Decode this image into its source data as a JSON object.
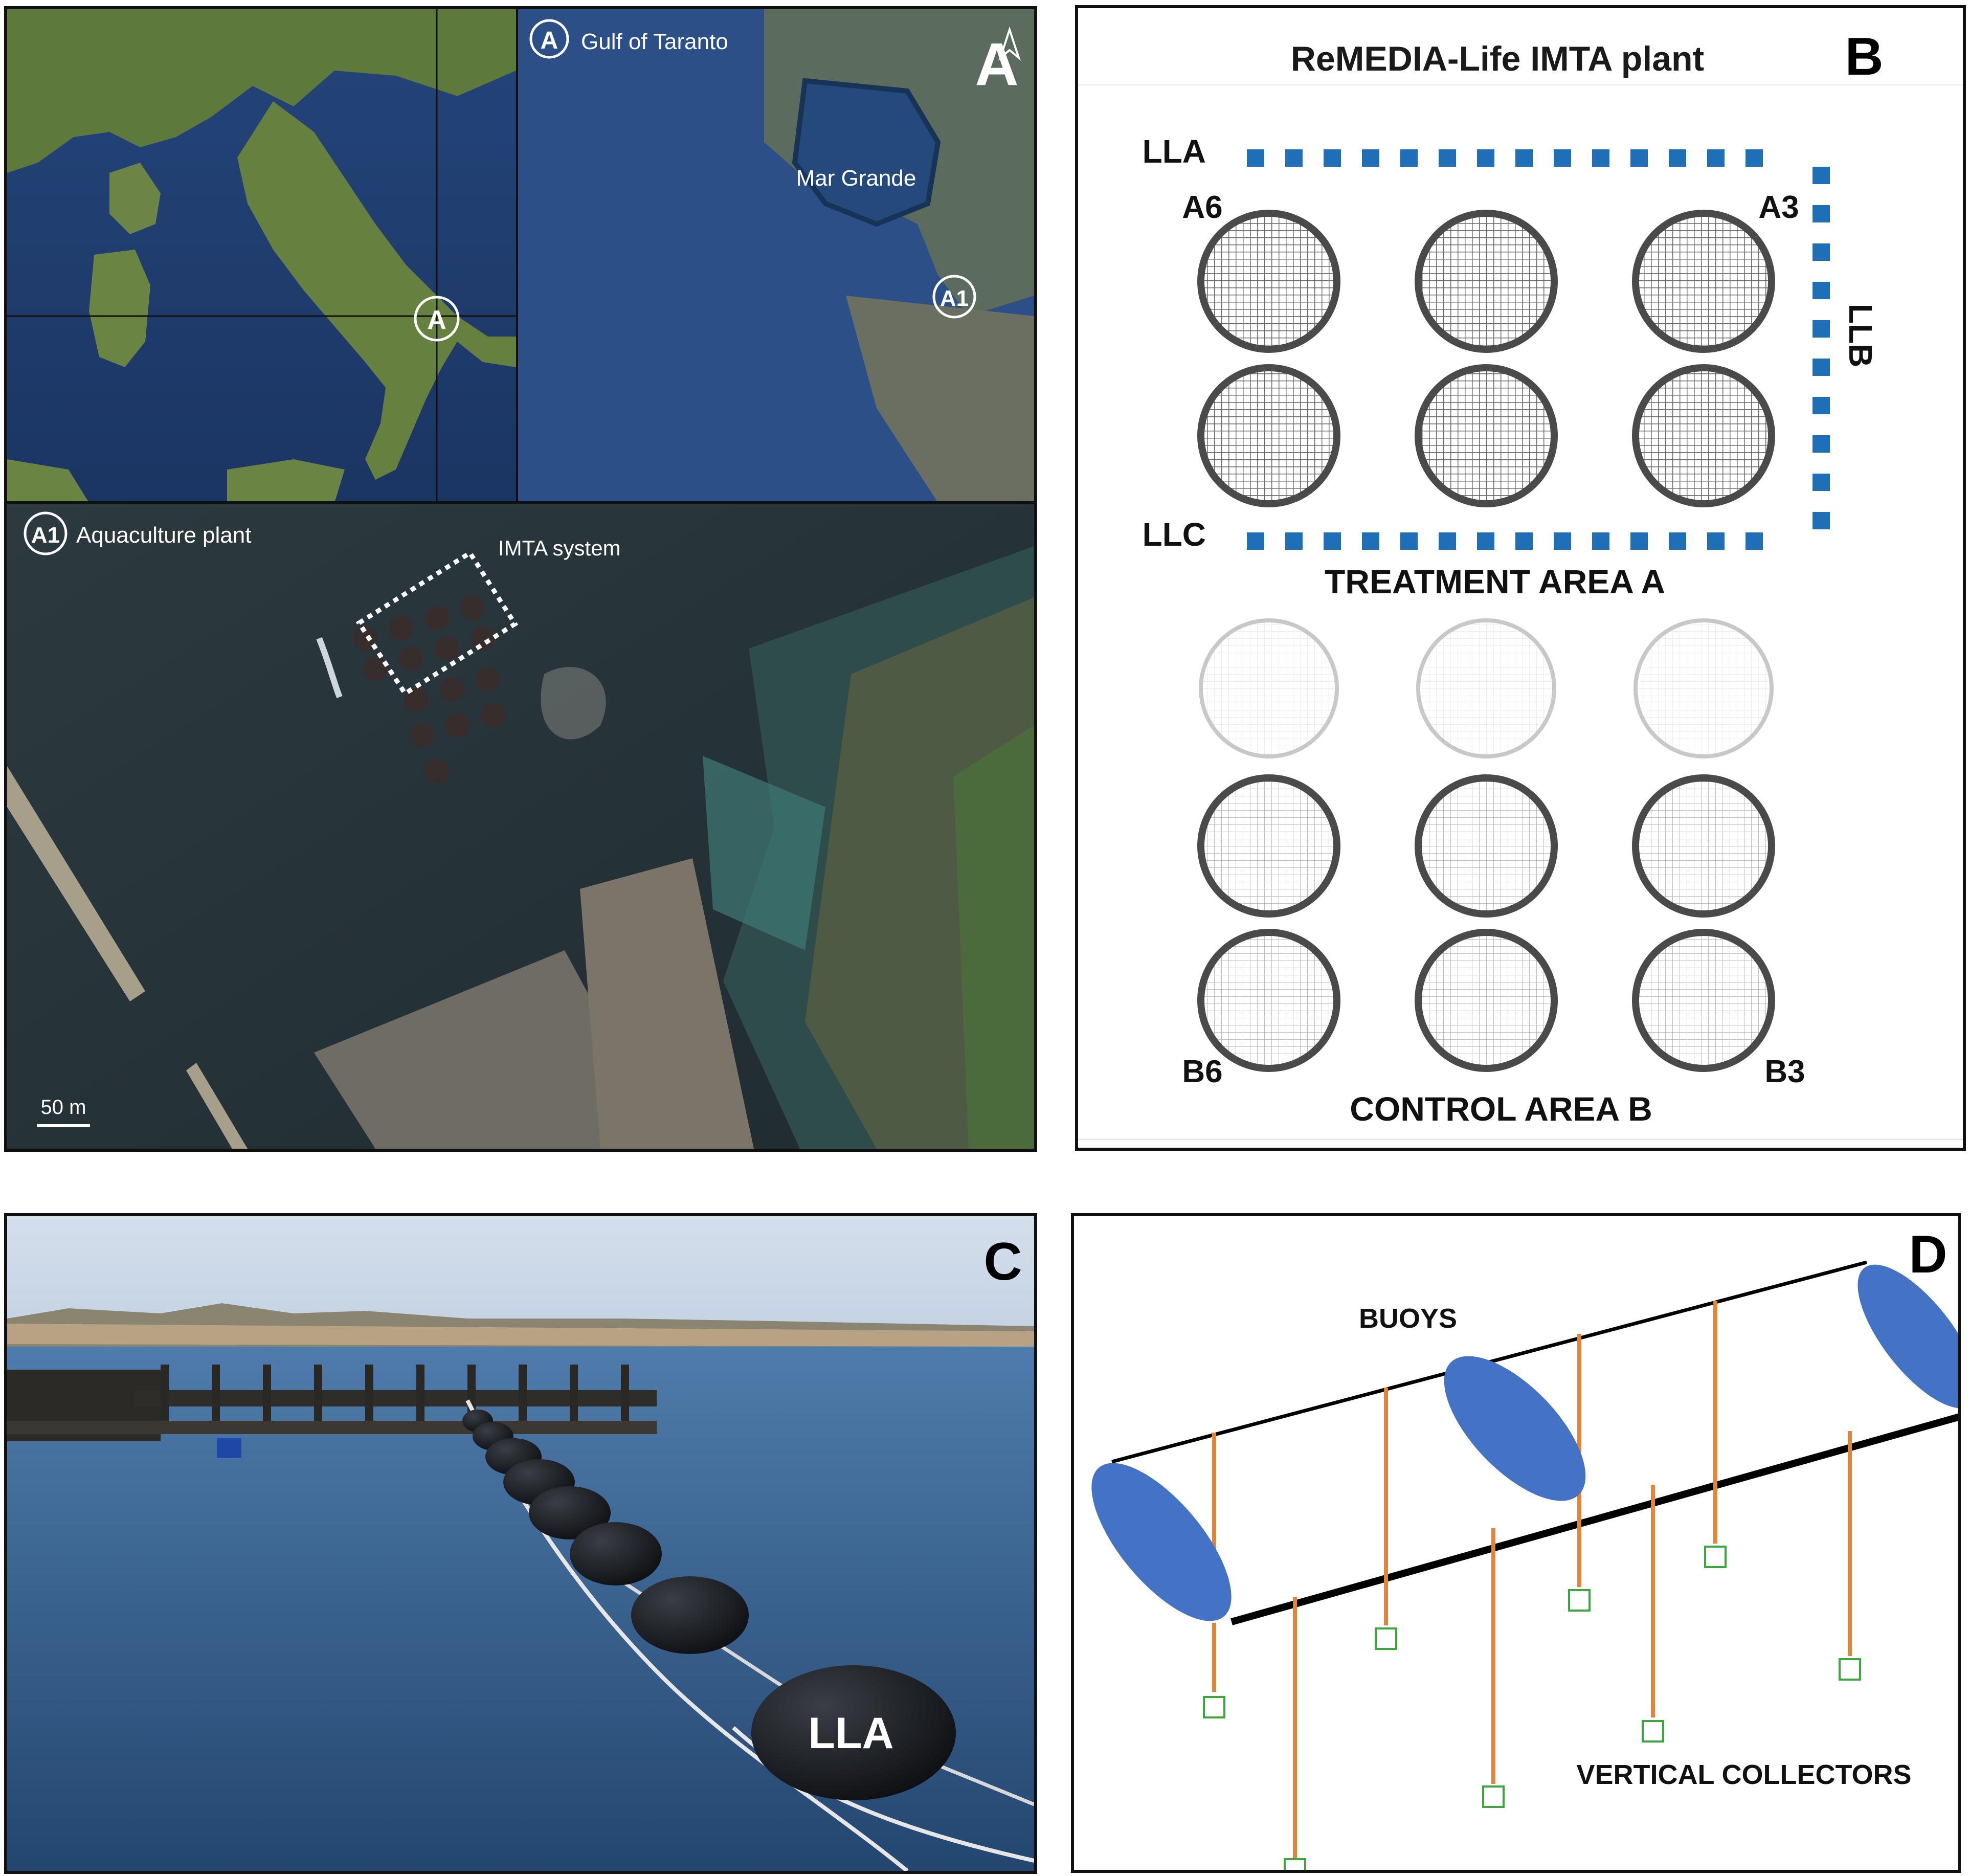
{
  "panel_a": {
    "letter": "A",
    "map_marker_a": "A",
    "inset_top": {
      "marker": "A",
      "title": "Gulf of Taranto",
      "place": "Mar Grande",
      "marker_a1": "A1"
    },
    "inset_bottom": {
      "marker": "A1",
      "title": "Aquaculture plant",
      "system_label": "IMTA system",
      "scale": "50 m"
    },
    "colors": {
      "sea": "#2a4f85",
      "land": "#5a7a3a",
      "dashed_box": "#ffffff"
    }
  },
  "panel_b": {
    "letter": "B",
    "title": "ReMEDIA-Life IMTA plant",
    "lines": {
      "top": "LLA",
      "right": "LLB",
      "bottom": "LLC"
    },
    "treatment_label": "TREATMENT AREA  A",
    "control_label": "CONTROL AREA  B",
    "cage_labels": {
      "top_left": "A6",
      "top_right": "A3",
      "bottom_left": "B6",
      "bottom_right": "B3"
    },
    "colors": {
      "longline": "#1f6fb8",
      "cage_dark": "#4a4a4a",
      "cage_light": "#bbbbbb"
    }
  },
  "panel_c": {
    "letter": "C",
    "buoy_label": "LLA",
    "colors": {
      "sky": "#c9d7e6",
      "water": "#33608f",
      "buoy": "#111418"
    }
  },
  "panel_d": {
    "letter": "D",
    "buoys_label": "BUOYS",
    "collectors_label": "VERTICAL COLLECTORS",
    "colors": {
      "buoy": "#4472c4",
      "collector": "#e0863a",
      "weight": "#3aa83a"
    }
  }
}
